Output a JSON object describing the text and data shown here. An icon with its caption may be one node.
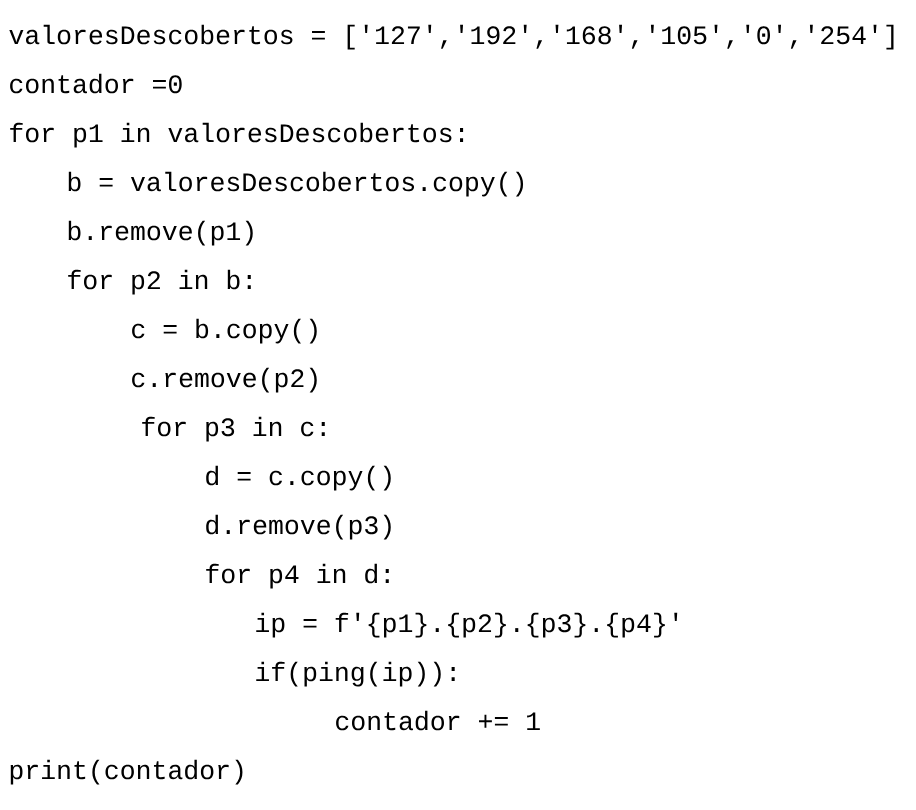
{
  "diagram": {
    "labels": [
      "valoresDescobertos = ['127','192','168','105','0','254']",
      "contador =0",
      "for p1 in valoresDescobertos:",
      "b = valoresDescobertos.copy()",
      "b.remove(p1)",
      "for p2 in b:",
      "c = b.copy()",
      "c.remove(p2)",
      "for p3 in c:",
      "d = c.copy()",
      "d.remove(p3)",
      "for p4 in d:",
      "ip = f'{p1}.{p2}.{p3}.{p4}'",
      "if(ping(ip)):",
      "contador += 1",
      "print(contador)"
    ]
  }
}
